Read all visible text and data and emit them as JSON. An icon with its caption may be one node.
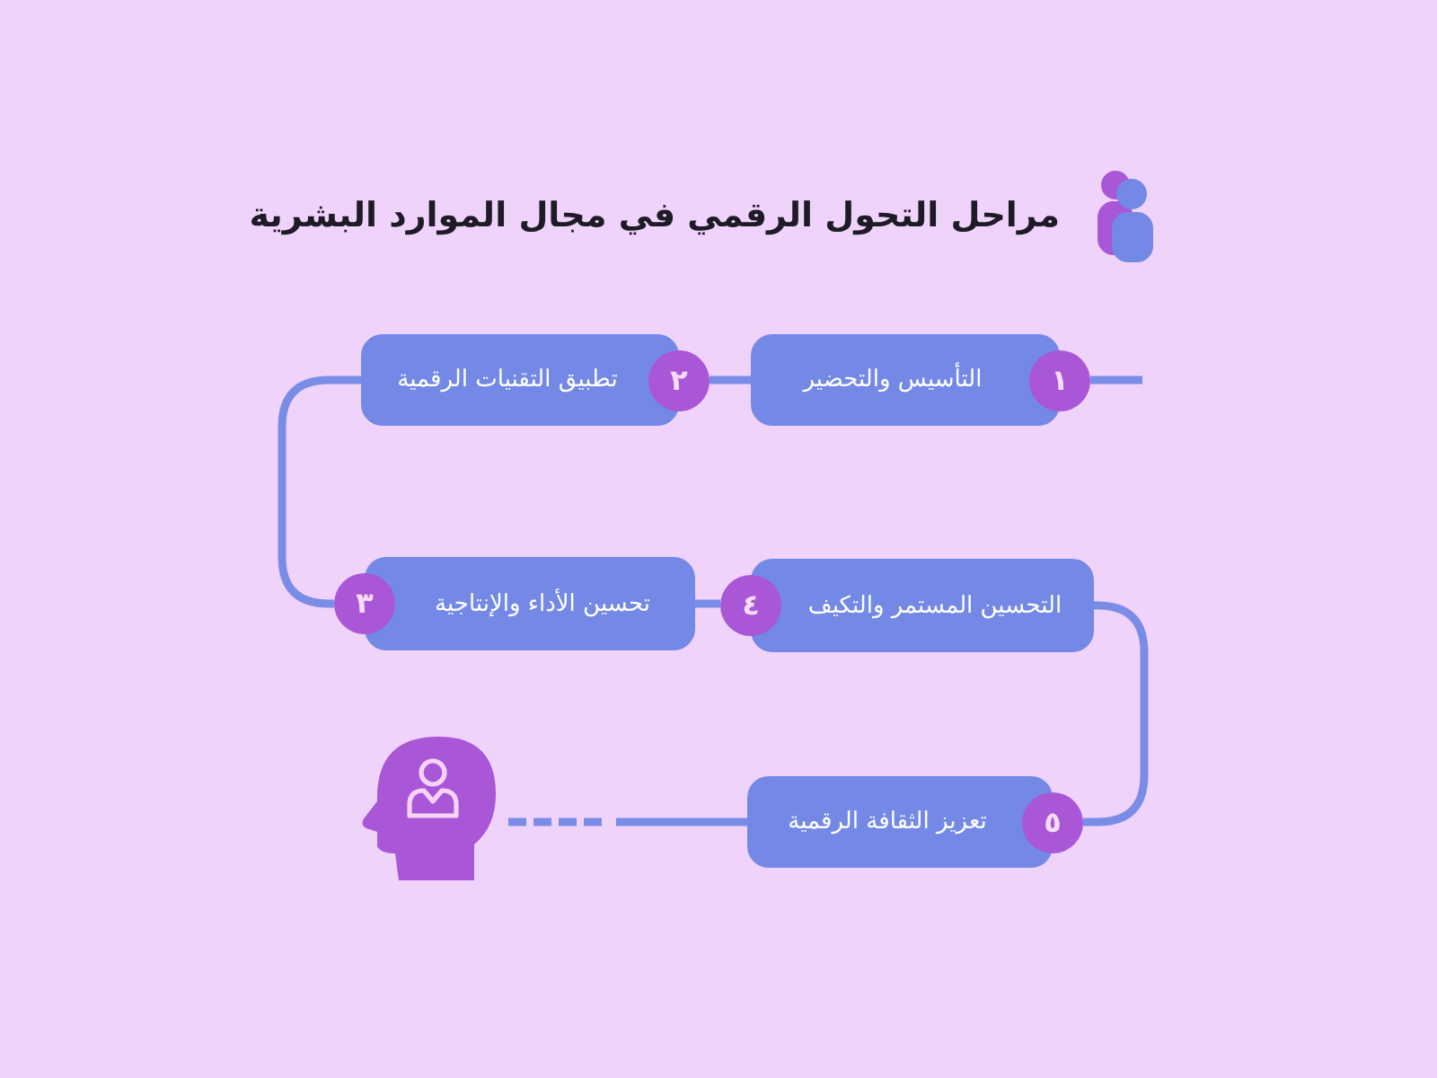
{
  "diagram": {
    "title": "مراحل التحول الرقمي في مجال الموارد البشرية",
    "nodes": [
      {
        "text": [
          "١",
          "التأسيس والتحضير"
        ]
      },
      {
        "text": [
          "٢",
          "تطبيق التقنيات الرقمية"
        ]
      },
      {
        "text": [
          "تحسين الأداء والإنتاجية",
          "٣"
        ]
      },
      {
        "text": [
          "التحسين المستمر والتكيف",
          "٤"
        ]
      },
      {
        "text": [
          "٥",
          "تعزيز الثقافة الرقمية"
        ]
      },
      {
        "text": [],
        "shape": "person"
      }
    ],
    "edges": [
      {
        "from": null,
        "to": 0,
        "arrow": "none"
      },
      {
        "from": 0,
        "to": 1,
        "arrow": "none"
      },
      {
        "from": 1,
        "to": 2,
        "arrow": "none"
      },
      {
        "from": 2,
        "to": 3,
        "arrow": "none"
      },
      {
        "from": 3,
        "to": 4,
        "arrow": "none"
      },
      {
        "from": 4,
        "to": 5,
        "arrow": "none",
        "style": "dashed"
      }
    ]
  }
}
